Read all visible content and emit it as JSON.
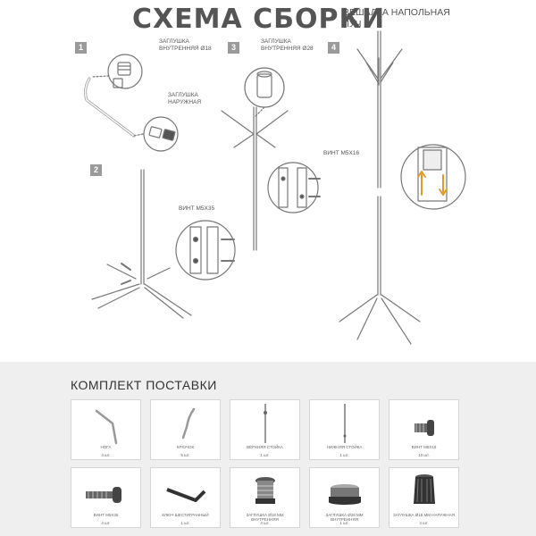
{
  "header": {
    "title": "СХЕМА СБОРКИ",
    "subtitle_line1": "ВЕШАЛКА НАПОЛЬНАЯ",
    "subtitle_line2": "ЛУЧ 5"
  },
  "steps": [
    "1",
    "2",
    "3",
    "4"
  ],
  "callouts": {
    "inner_cap_18_l1": "ЗАГЛУШКА",
    "inner_cap_18_l2": "ВНУТРЕННЯЯ Ø18",
    "outer_cap_l1": "ЗАГЛУШКА",
    "outer_cap_l2": "НАРУЖНАЯ",
    "inner_cap_28_l1": "ЗАГЛУШКА",
    "inner_cap_28_l2": "ВНУТРЕННЯЯ Ø28",
    "screw_m5x16": "ВИНТ M5x16",
    "screw_m5x35": "ВИНТ M5x35"
  },
  "kit": {
    "title": "КОМПЛЕКТ ПОСТАВКИ",
    "items": [
      {
        "name": "НОГА",
        "qty": "4 шт.",
        "icon": "leg-icon"
      },
      {
        "name": "КРЮЧОК",
        "qty": "5 шт.",
        "icon": "hook-icon"
      },
      {
        "name": "ВЕРХНЯЯ СТОЙКА",
        "qty": "1 шт.",
        "icon": "upper-post-icon"
      },
      {
        "name": "НИЖНЯЯ СТОЙКА",
        "qty": "1 шт.",
        "icon": "lower-post-icon"
      },
      {
        "name": "ВИНТ M5x16",
        "qty": "10 шт.",
        "icon": "screw-short-icon"
      },
      {
        "name": "ВИНТ M5x35",
        "qty": "4 шт.",
        "icon": "screw-long-icon"
      },
      {
        "name": "КЛЮЧ ШЕСТИГРАННЫЙ",
        "qty": "1 шт.",
        "icon": "hex-key-icon"
      },
      {
        "name": "ЗАГЛУШКА Ø18 ММ ВНУТРЕННЯЯ",
        "qty": "4 шт.",
        "icon": "inner-cap-18-icon"
      },
      {
        "name": "ЗАГЛУШКА Ø28 ММ ВНУТРЕННЯЯ",
        "qty": "1 шт.",
        "icon": "inner-cap-28-icon"
      },
      {
        "name": "ЗАГЛУШКА Ø18 ММ НАРУЖНАЯ",
        "qty": "4 шт.",
        "icon": "outer-cap-icon"
      }
    ]
  }
}
